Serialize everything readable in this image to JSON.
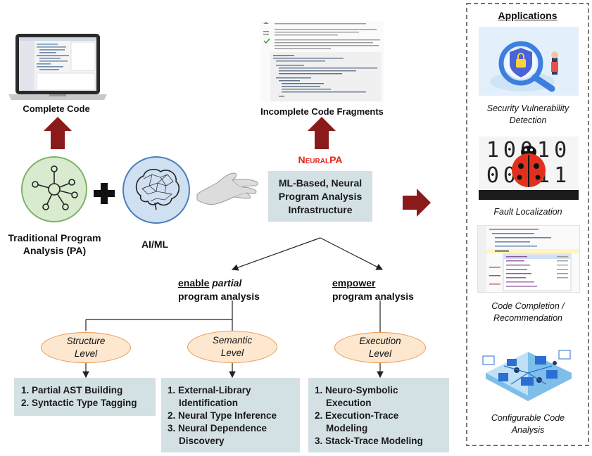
{
  "top": {
    "complete_code": "Complete Code",
    "incomplete_code": "Incomplete Code Fragments"
  },
  "pa": {
    "label_line1": "Traditional Program",
    "label_line2": "Analysis (PA)"
  },
  "aiml": {
    "label": "AI/ML"
  },
  "neuralpa": {
    "name": "NeuralPA",
    "box_line1": "ML-Based, Neural",
    "box_line2": "Program Analysis",
    "box_line3": "Infrastructure"
  },
  "branches": {
    "partial_word1": "enable",
    "partial_word2": "partial",
    "partial_line2": "program analysis",
    "empower_word": "empower",
    "empower_line2": "program analysis"
  },
  "levels": [
    {
      "line1": "Structure",
      "line2": "Level"
    },
    {
      "line1": "Semantic",
      "line2": "Level"
    },
    {
      "line1": "Execution",
      "line2": "Level"
    }
  ],
  "structure_items": [
    "1. Partial AST Building",
    "2. Syntactic Type Tagging"
  ],
  "semantic_items": [
    "1. External-Library",
    "Identification",
    "2. Neural Type Inference",
    "3. Neural Dependence",
    "Discovery"
  ],
  "execution_items": [
    "1. Neuro-Symbolic",
    "Execution",
    "2. Execution-Trace",
    "Modeling",
    "3. Stack-Trace Modeling"
  ],
  "applications": {
    "title": "Applications",
    "items": [
      {
        "line1": "Security Vulnerability",
        "line2": "Detection"
      },
      {
        "line1": "Fault Localization",
        "line2": ""
      },
      {
        "line1": "Code Completion /",
        "line2": "Recommendation"
      },
      {
        "line1": "Configurable Code",
        "line2": "Analysis"
      }
    ],
    "fault_digits_top": "10010",
    "fault_digits_bottom": "00011"
  },
  "colors": {
    "arrow": "#8b1a1a",
    "box": "#d3e0e4",
    "oval_fill": "#fde7cf",
    "oval_border": "#e69a54",
    "pa_fill": "#d8ebce",
    "pa_border": "#7fb068",
    "ai_fill": "#cfe0f2",
    "ai_border": "#4d7fb8",
    "neuralpa_red": "#e8231a"
  }
}
